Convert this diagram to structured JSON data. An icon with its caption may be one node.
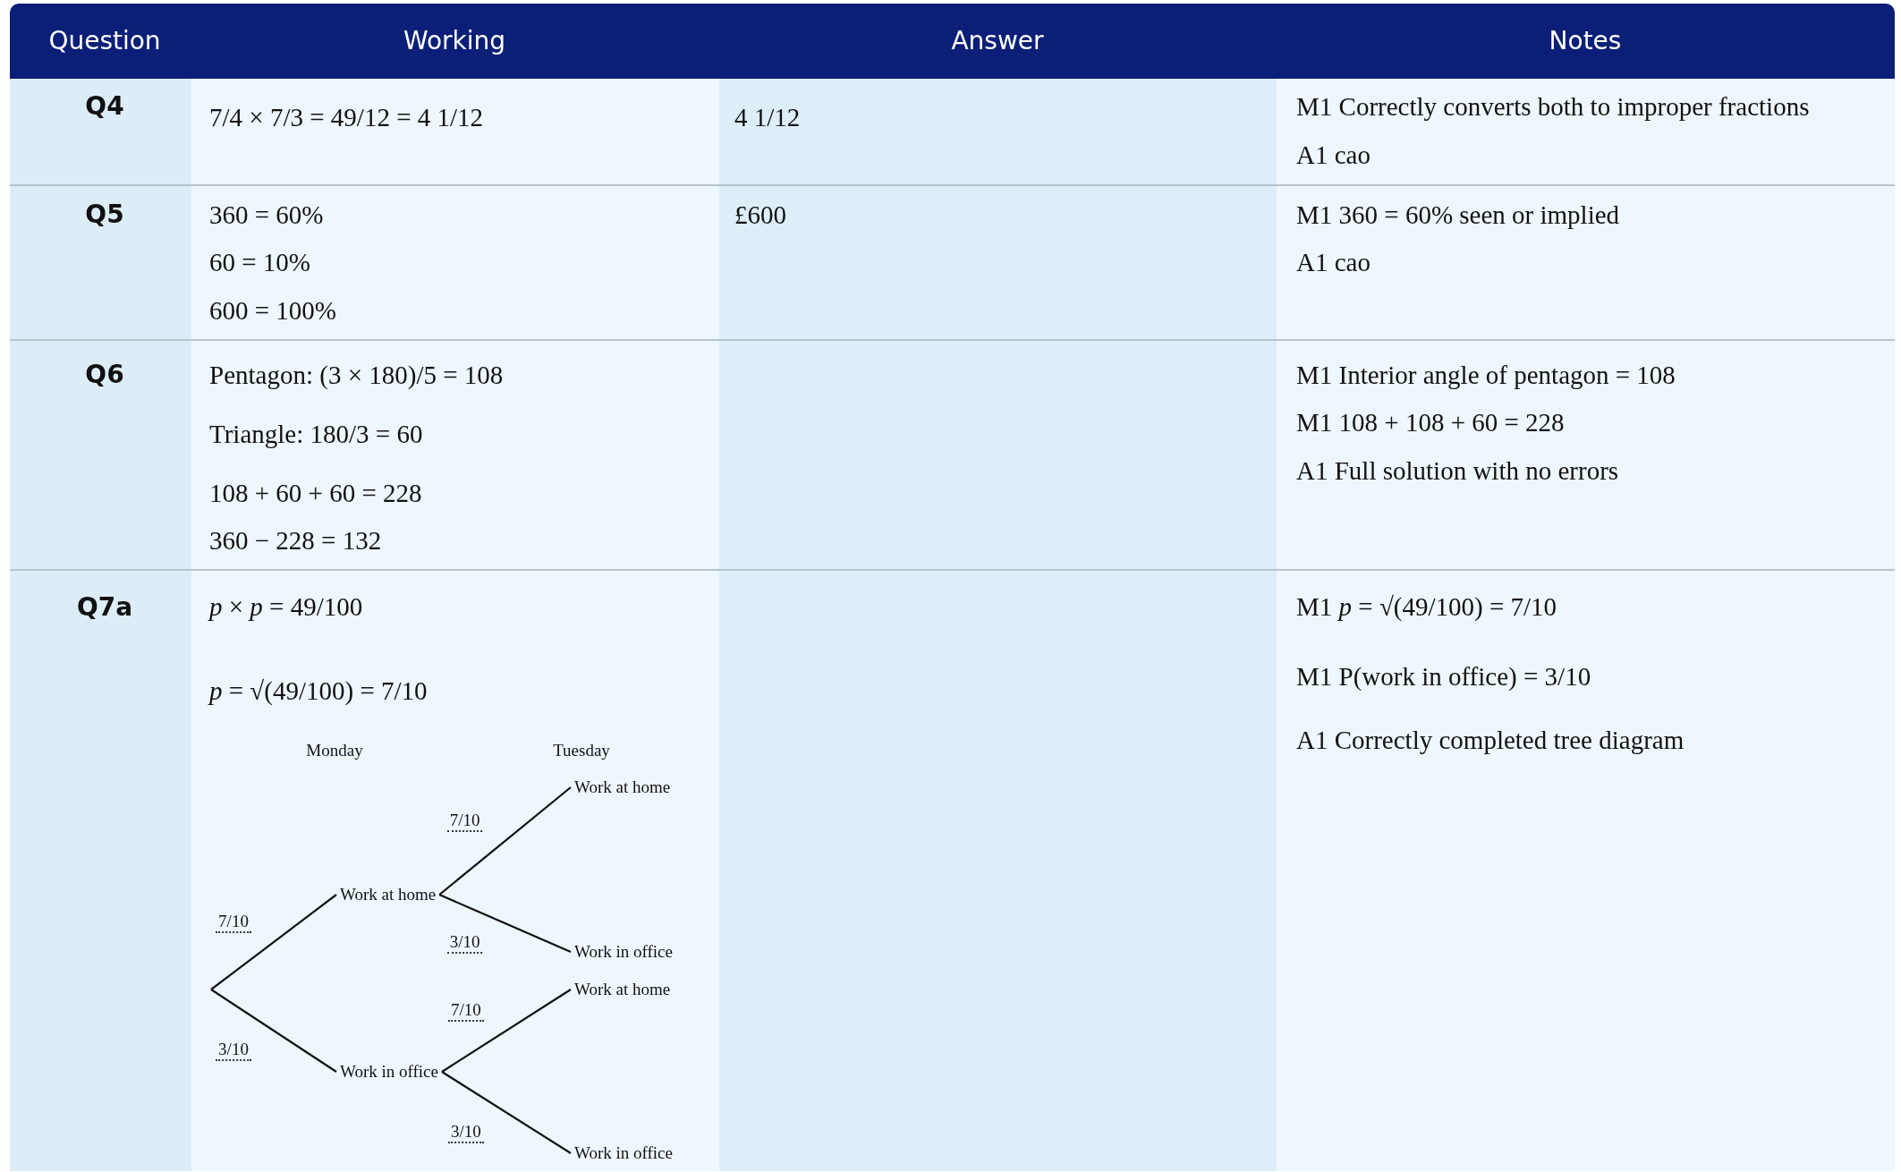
{
  "diagram": {
    "nodes": [
      {
        "text": [
          "Work at home"
        ]
      },
      {
        "text": [
          "Work in office"
        ]
      },
      {
        "text": [
          "Work at home"
        ]
      },
      {
        "text": [
          "Work in office"
        ]
      },
      {
        "text": [
          "Work at home"
        ]
      },
      {
        "text": [
          "Work in office"
        ]
      }
    ],
    "edges": [
      {
        "from": null,
        "to": 0,
        "arrow": "none",
        "label": "7/10"
      },
      {
        "from": null,
        "to": 1,
        "arrow": "none",
        "label": "3/10"
      },
      {
        "from": 0,
        "to": 2,
        "arrow": "none",
        "label": "7/10"
      },
      {
        "from": 0,
        "to": 3,
        "arrow": "none",
        "label": "3/10"
      },
      {
        "from": 1,
        "to": 4,
        "arrow": "none",
        "label": "7/10"
      },
      {
        "from": 1,
        "to": 5,
        "arrow": "none",
        "label": "3/10"
      }
    ],
    "labels": [
      "Question",
      "Working",
      "Answer",
      "Notes",
      "Q4",
      "7/4 × 7/3 = 49/12 = 4 1/12",
      "4 1/12",
      "M1 Correctly converts both to improper fractions",
      "A1 cao",
      "Q5",
      "360 = 60%",
      "60 = 10%",
      "600 = 100%",
      "£600",
      "M1 360 = 60% seen or implied",
      "A1 cao",
      "Q6",
      "Pentagon: (3 × 180)/5 = 108",
      "Triangle: 180/3 = 60",
      "108 + 60 + 60 = 228",
      "360 − 228 = 132",
      "M1 Interior angle of pentagon = 108",
      "M1 108 + 108 + 60 = 228",
      "A1 Full solution with no errors",
      "Q7a",
      "*p* × *p* = 49/100",
      "*p* = √(49/100) = 7/10",
      "Monday",
      "Tuesday",
      "M1 *p* = √(49/100) = 7/10",
      "M1 P(work in office) = 3/10",
      "A1 Correctly completed tree diagram"
    ]
  }
}
